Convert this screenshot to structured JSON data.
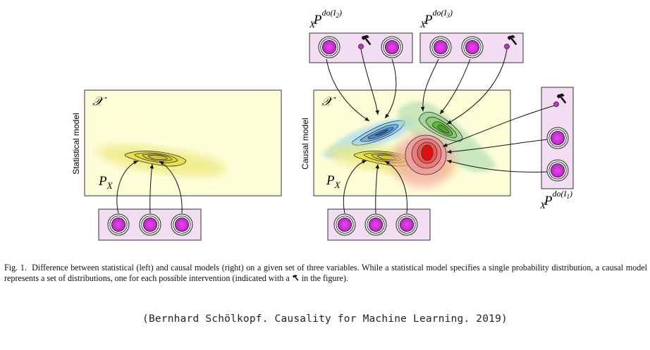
{
  "figure": {
    "left_panel": {
      "side_label": "Statistical model",
      "space_symbol": "𝒳",
      "distribution_label": {
        "base": "P",
        "sub": "X"
      }
    },
    "right_panel": {
      "side_label": "Causal model",
      "space_symbol": "𝒳",
      "distribution_label": {
        "base": "P",
        "sub": "X"
      }
    },
    "interventions": [
      {
        "label_base": "P",
        "label_sup": "do(I",
        "label_sup_index": "2",
        "label_sub": "X"
      },
      {
        "label_base": "P",
        "label_sup": "do(I",
        "label_sup_index": "3",
        "label_sub": "X"
      },
      {
        "label_base": "P",
        "label_sup": "do(I",
        "label_sup_index": "1",
        "label_sub": "X"
      }
    ],
    "colors": {
      "panel_fill": "#fdfdd8",
      "node_box_fill": "#f3ddf3",
      "node_fill": "#d633e0",
      "hammer_node": "#c233cc",
      "yellow": "#e5e040",
      "blue": "#7ec8ec",
      "green": "#88cc66",
      "red": "#e83030"
    },
    "hammer_icon": "hammer-icon"
  },
  "caption": {
    "label": "Fig. 1.",
    "text_before_icon": "Difference between statistical (left) and causal models (right) on a given set of three variables. While a statistical model specifies a single probability distribution, a causal model represents a set of distributions, one for each possible intervention (indicated with a",
    "text_after_icon": "in the figure)."
  },
  "source": "(Bernhard Schölkopf. Causality for Machine Learning. 2019)"
}
